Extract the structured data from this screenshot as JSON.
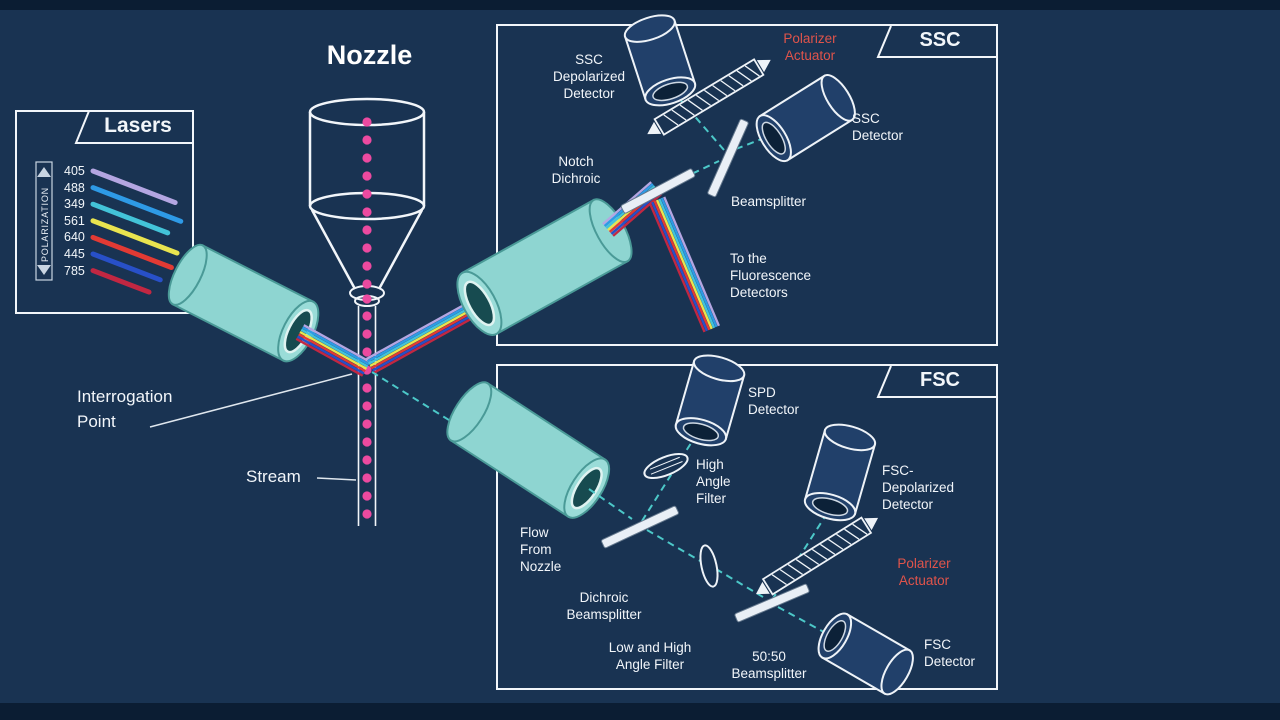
{
  "title": "Nozzle",
  "colors": {
    "background": "#193352",
    "letterbox": "#0b1d33",
    "outline_white": "#f2f6fa",
    "stream_pink": "#ec4aa0",
    "scatter_beam_teal": "#4cc8c8",
    "lens_cyan": "#8ed5d1",
    "actuator_label_red": "#e0544b"
  },
  "lasers": {
    "tab": "Lasers",
    "polarization": "POLARIZATION",
    "wavelengths": [
      "405",
      "488",
      "349",
      "561",
      "640",
      "445",
      "785"
    ],
    "beam_colors": [
      "#b4a6e2",
      "#2e9ae6",
      "#43c3d8",
      "#e9e44f",
      "#e23a34",
      "#2850c8",
      "#c22742"
    ]
  },
  "annotations": {
    "interrogation_point": "Interrogation\nPoint",
    "stream": "Stream"
  },
  "ssc_panel": {
    "tab": "SSC",
    "labels": {
      "depolarized_detector": "SSC\nDepolarized\nDetector",
      "polarizer_actuator": "Polarizer\nActuator",
      "detector": "SSC\nDetector",
      "notch_dichroic": "Notch\nDichroic",
      "beamsplitter": "Beamsplitter",
      "to_fluorescence": "To the\nFluorescence\nDetectors"
    }
  },
  "fsc_panel": {
    "tab": "FSC",
    "labels": {
      "spd_detector": "SPD\nDetector",
      "high_angle_filter": "High\nAngle\nFilter",
      "depolarized_detector": "FSC-\nDepolarized\nDetector",
      "flow_from_nozzle": "Flow\nFrom\nNozzle",
      "dichroic_beamsplitter": "Dichroic\nBeamsplitter",
      "polarizer_actuator": "Polarizer\nActuator",
      "low_high_angle_filter": "Low and High\nAngle Filter",
      "fifty_fifty_beamsplitter": "50:50\nBeamsplitter",
      "detector": "FSC\nDetector"
    }
  }
}
